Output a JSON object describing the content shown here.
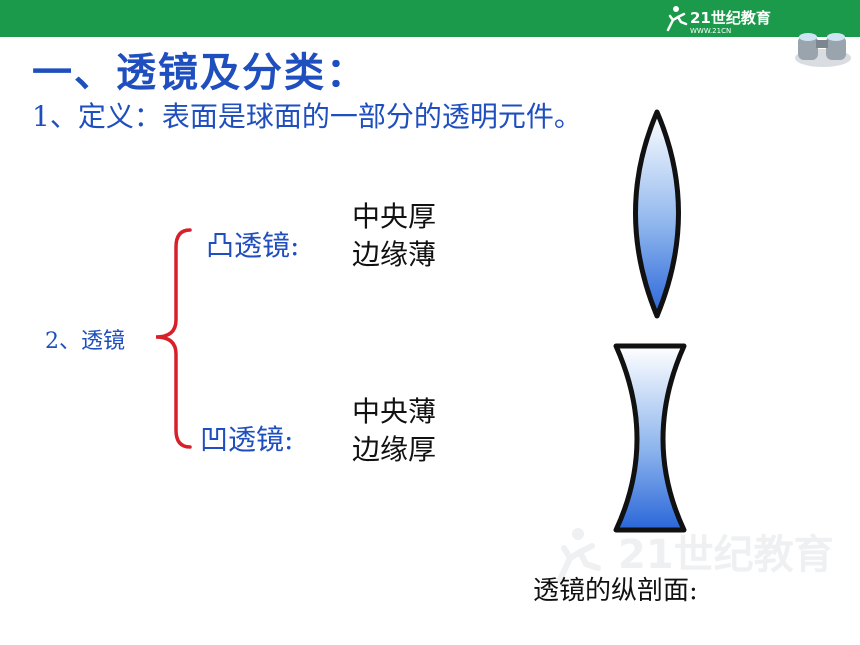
{
  "header": {
    "logo_text": "21世纪教育",
    "logo_subtext": "WWW.21CN",
    "colors": {
      "bar": "#1a9a4a",
      "logo": "#ffffff"
    }
  },
  "slide": {
    "title": "一、透镜及分类：",
    "definition": "1、定义：表面是球面的一部分的透明元件。",
    "lens_root": "2、透镜",
    "convex": {
      "label": "凸透镜:",
      "line1": "中央厚",
      "line2": "边缘薄"
    },
    "concave": {
      "label": "凹透镜:",
      "line1": "中央薄",
      "line2": "边缘厚"
    },
    "caption": "透镜的纵剖面:",
    "watermark_text": "21世纪教育",
    "colors": {
      "text_blue": "#1f4fbf",
      "brace_red": "#d8202a",
      "lens_blue": "#2a66d8"
    }
  }
}
